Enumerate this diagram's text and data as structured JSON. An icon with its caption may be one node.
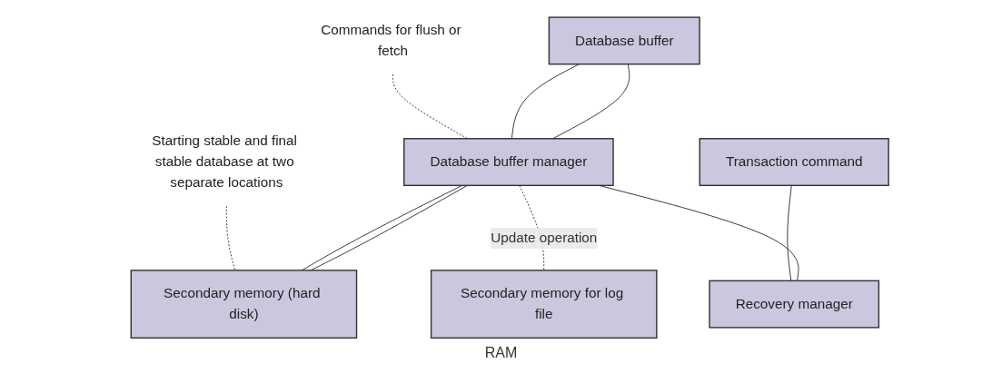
{
  "diagram": {
    "nodes": [
      {
        "text": [
          "Database buffer"
        ]
      },
      {
        "text": [
          "Database buffer manager"
        ]
      },
      {
        "text": [
          "Secondary memory (hard disk)"
        ]
      },
      {
        "text": [
          "Starting stable and final stable database at two separate locations"
        ]
      },
      {
        "text": [
          "Commands for flush or fetch"
        ]
      },
      {
        "text": [
          "Transaction command"
        ]
      },
      {
        "text": [
          "Recovery manager"
        ]
      },
      {
        "text": [
          "Secondary memory for log file"
        ]
      }
    ],
    "edges": [
      {
        "from": 0,
        "to": 1,
        "arrow": "none"
      },
      {
        "from": 0,
        "to": 1,
        "arrow": "none"
      },
      {
        "from": 1,
        "to": 2,
        "arrow": "none"
      },
      {
        "from": 1,
        "to": 2,
        "arrow": "none"
      },
      {
        "from": 3,
        "to": 2,
        "arrow": "none",
        "style": "dashed"
      },
      {
        "from": 1,
        "to": 6,
        "arrow": "none"
      },
      {
        "from": 4,
        "to": 1,
        "arrow": "none",
        "style": "dashed"
      },
      {
        "from": 5,
        "to": 6,
        "arrow": "none"
      },
      {
        "from": 1,
        "to": 7,
        "arrow": "none",
        "style": "dashed",
        "label": "Update operation"
      }
    ],
    "labels": [
      "RAM"
    ]
  }
}
